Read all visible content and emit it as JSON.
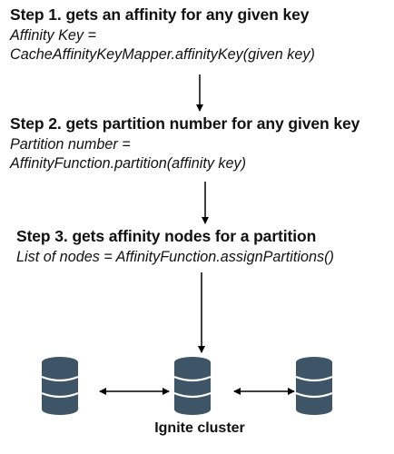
{
  "steps": [
    {
      "title": "Step 1. gets an affinity for any given key",
      "lines": [
        "Affinity Key =",
        "CacheAffinityKeyMapper.affinityKey(given key)"
      ]
    },
    {
      "title": "Step 2. gets partition number for any given key",
      "lines": [
        "Partition number =",
        "AffinityFunction.partition(affinity key)"
      ]
    },
    {
      "title": "Step 3. gets affinity nodes for a partition",
      "lines": [
        "List of nodes = AffinityFunction.assignPartitions()"
      ]
    }
  ],
  "cluster": {
    "label": "Ignite cluster",
    "node_icon": "database-icon",
    "node_color": "#3d5566",
    "node_count": 3
  },
  "colors": {
    "text": "#111111",
    "arrow": "#000000"
  }
}
